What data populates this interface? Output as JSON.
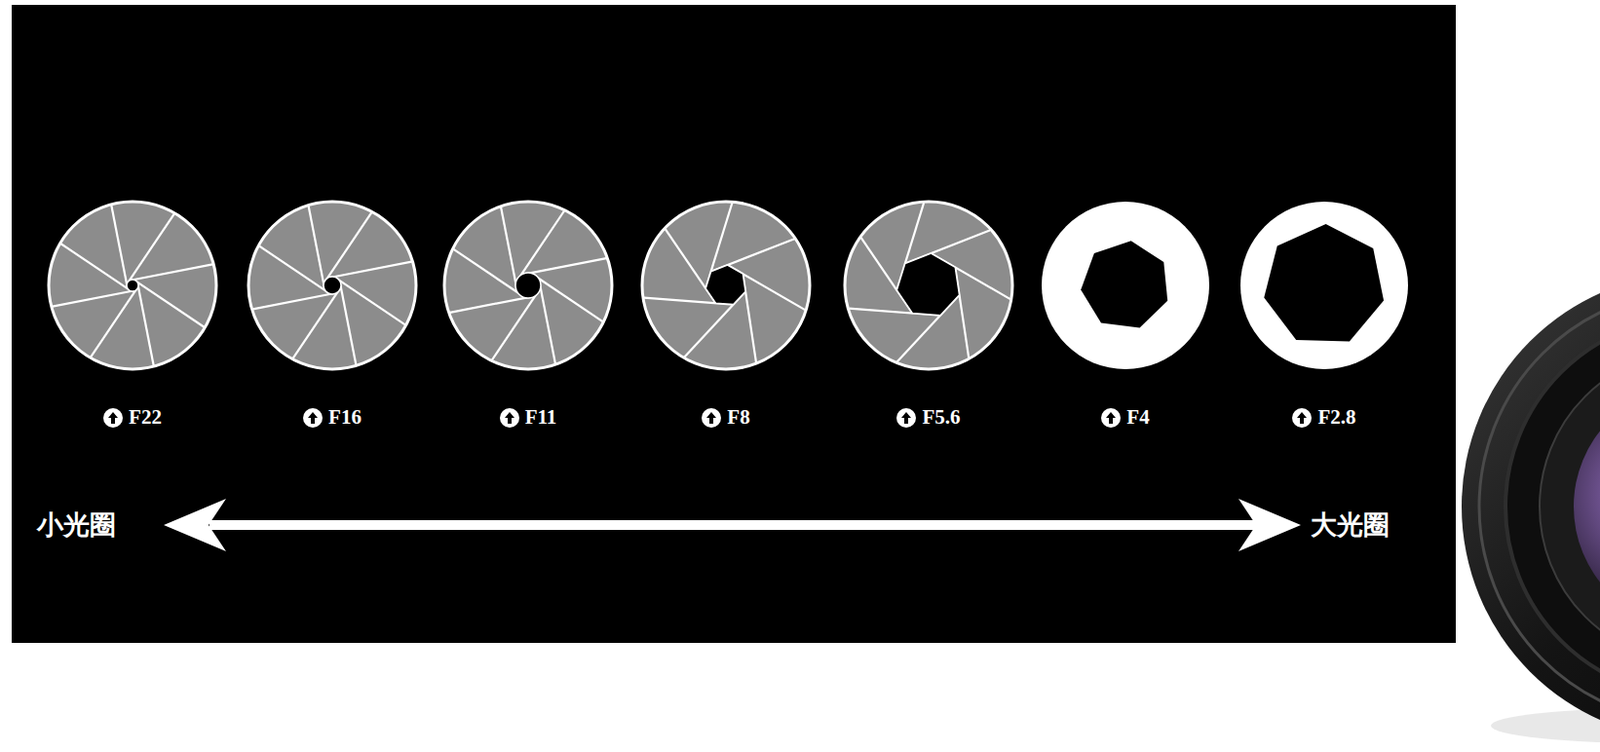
{
  "diagram": {
    "nodes": [
      {
        "text": [
          "F22"
        ]
      },
      {
        "text": [
          "F16"
        ]
      },
      {
        "text": [
          "F11"
        ]
      },
      {
        "text": [
          "F8"
        ]
      },
      {
        "text": [
          "F5.6"
        ]
      },
      {
        "text": [
          "F4"
        ]
      },
      {
        "text": [
          "F2.8"
        ]
      }
    ],
    "labels": [
      "小光圈",
      "大光圈"
    ]
  }
}
